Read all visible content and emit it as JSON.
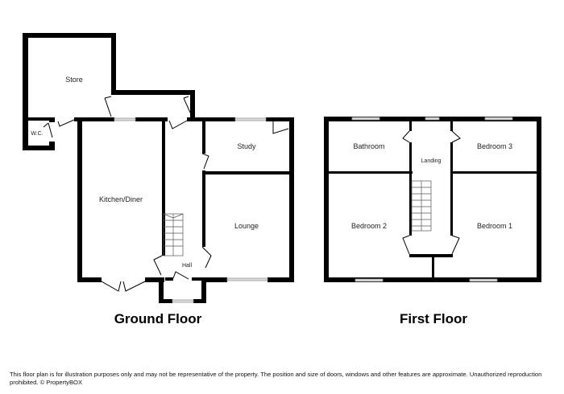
{
  "ground_floor": {
    "title": "Ground Floor",
    "rooms": {
      "store": "Store",
      "wc": "W.C.",
      "kitchen": "Kitchen/Diner",
      "hall": "Hall",
      "study": "Study",
      "lounge": "Lounge"
    }
  },
  "first_floor": {
    "title": "First Floor",
    "rooms": {
      "bathroom": "Bathroom",
      "landing": "Landing",
      "bedroom3": "Bedroom 3",
      "bedroom2": "Bedroom 2",
      "bedroom1": "Bedroom 1"
    }
  },
  "disclaimer": "This floor plan is for illustration purposes only and may not be representative of the property. The position and size of doors, windows and other features are approximate. Unauthorized reproduction prohibited. © PropertyBOX",
  "colors": {
    "wall": "#000000",
    "window": "#bbbbbb",
    "background": "#ffffff"
  }
}
